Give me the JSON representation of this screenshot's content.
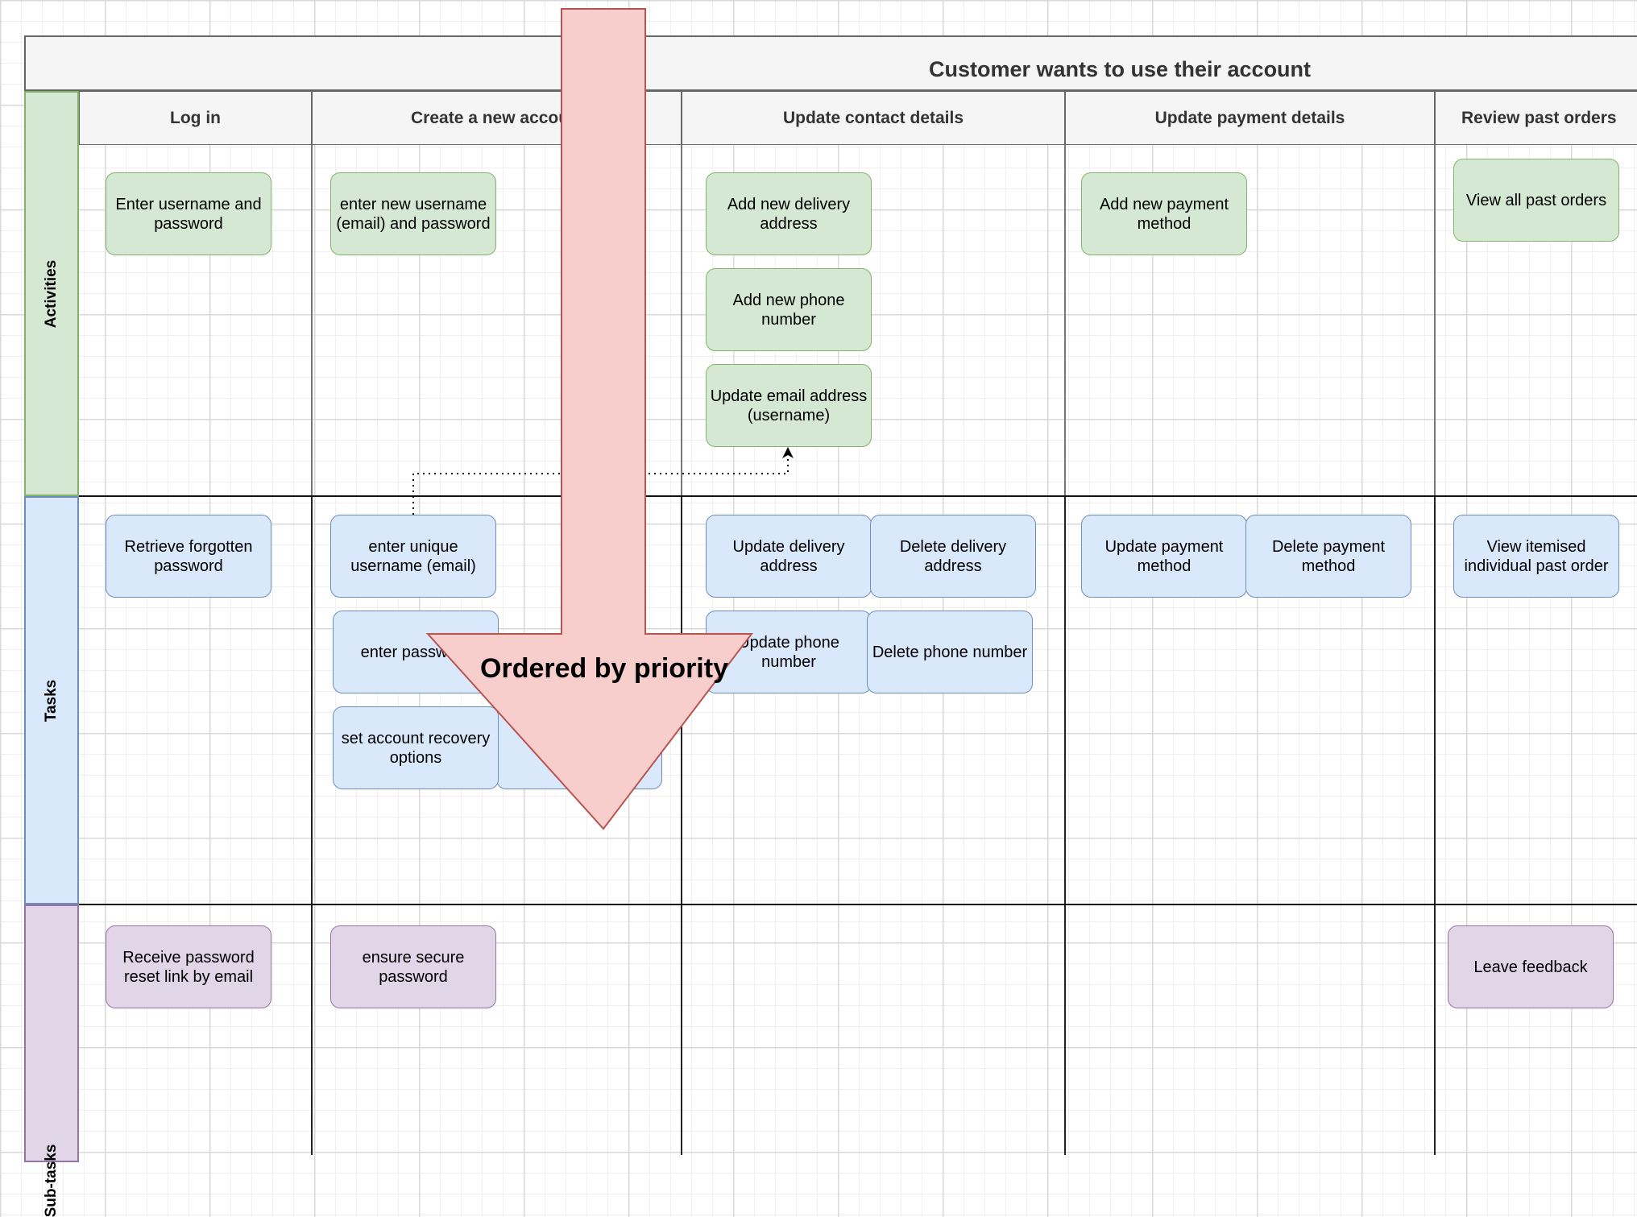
{
  "diagram": {
    "title": "Customer wants to use their account",
    "columns": [
      "Log in",
      "Create a new account",
      "Update contact details",
      "Update payment details",
      "Review past orders"
    ],
    "lanes": [
      "Activities",
      "Tasks",
      "Sub-tasks"
    ],
    "activities": {
      "login": [
        "Enter username and password"
      ],
      "create": [
        "enter new username (email) and password"
      ],
      "contact": [
        "Add new delivery address",
        "Add new phone number",
        "Update email address (username)"
      ],
      "payment": [
        "Add new payment method"
      ],
      "orders": [
        "View all past orders"
      ]
    },
    "tasks": {
      "login": [
        "Retrieve forgotten password"
      ],
      "create": [
        "enter unique username (email)",
        "enter password",
        "set account recovery options",
        "add address"
      ],
      "contact": [
        "Update delivery address",
        "Delete delivery address",
        "Update phone number",
        "Delete phone number"
      ],
      "payment": [
        "Update payment method",
        "Delete payment method"
      ],
      "orders": [
        "View itemised individual past order"
      ]
    },
    "subtasks": {
      "login": [
        "Receive password reset link by email"
      ],
      "create": [
        "ensure secure password"
      ],
      "orders": [
        "Leave feedback"
      ]
    },
    "overlay_arrow": {
      "label": "Ordered by priority",
      "fill": "#f8cecc",
      "stroke": "#b85450"
    },
    "colors": {
      "activity_fill": "#d5e8d4",
      "activity_stroke": "#82b366",
      "task_fill": "#dae8fc",
      "task_stroke": "#6c8ebf",
      "subtask_fill": "#e1d5e7",
      "subtask_stroke": "#9673a6"
    }
  }
}
